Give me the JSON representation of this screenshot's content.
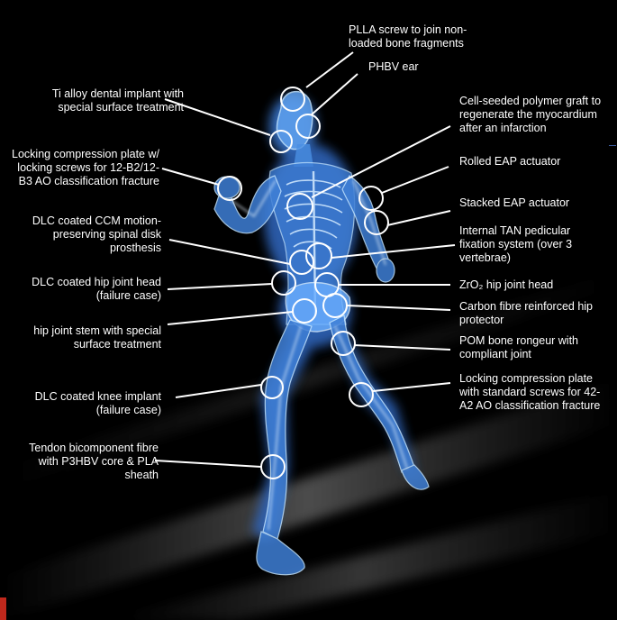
{
  "colors": {
    "background": "#000000",
    "body_glow": "#4f8fe0",
    "body_light": "#bfe2ff",
    "streak": "#6a6a6a",
    "callout": "#ffffff",
    "label_text": "#ffffff",
    "accent": "#c0281c",
    "edge_mark": "#3a5a9a"
  },
  "labels": [
    {
      "text": "PLLA screw to join non-\nloaded bone fragments"
    },
    {
      "text": "PHBV ear"
    },
    {
      "text": "Ti alloy dental implant with\nspecial surface treatment"
    },
    {
      "text": "Cell-seeded polymer graft to\nregenerate the myocardium\nafter an infarction"
    },
    {
      "text": "Locking compression plate w/\nlocking screws for 12-B2/12-\nB3 AO classification fracture"
    },
    {
      "text": "Rolled EAP actuator"
    },
    {
      "text": "Stacked EAP actuator"
    },
    {
      "text": "DLC  coated CCM motion-\npreserving spinal disk\nprosthesis"
    },
    {
      "text": "Internal TAN  pedicular\nfixation system (over 3\nvertebrae)"
    },
    {
      "text": "DLC coated hip joint head\n(failure case)"
    },
    {
      "text": "ZrO₂ hip joint head"
    },
    {
      "text": "Carbon fibre reinforced hip\nprotector"
    },
    {
      "text": "hip joint stem with special\nsurface treatment"
    },
    {
      "text": "POM bone rongeur with\ncompliant joint"
    },
    {
      "text": "DLC coated knee implant\n(failure case)"
    },
    {
      "text": "Locking compression plate\nwith standard screws for 42-\nA2 AO classification fracture"
    },
    {
      "text": "Tendon bicomponent fibre\nwith P3HBV core & PLA\nsheath"
    }
  ]
}
